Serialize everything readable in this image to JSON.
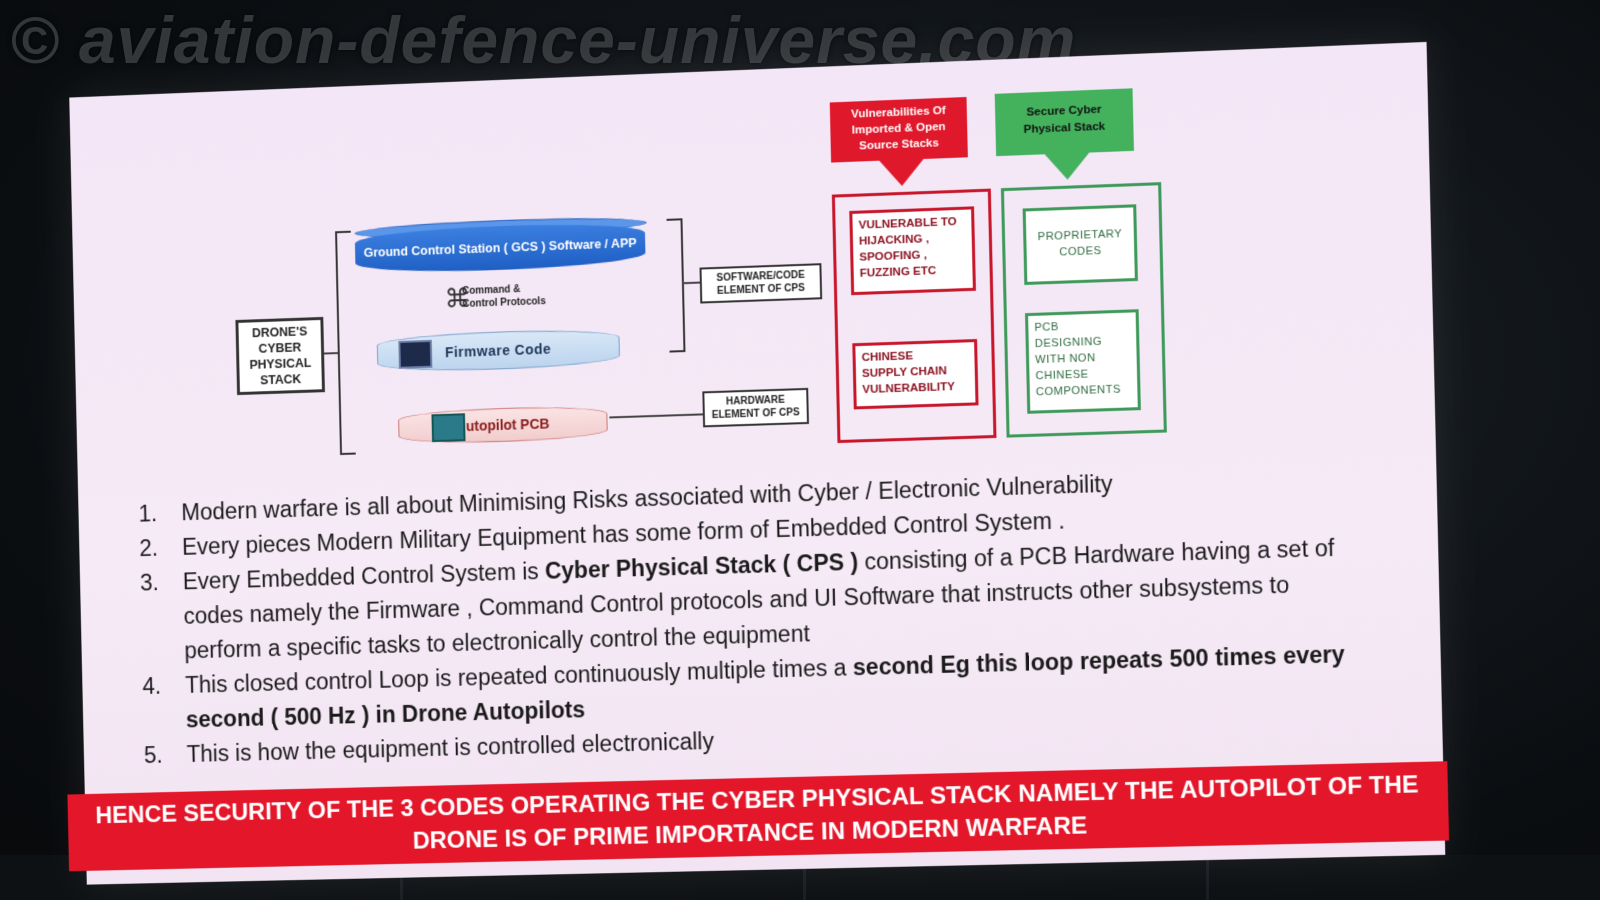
{
  "watermark": "© aviation-defence-universe.com",
  "diagram": {
    "stack_label": "DRONE'S\nCYBER\nPHYSICAL\nSTACK",
    "gcs_label": "Ground Control Station ( GCS ) Software / APP",
    "command_label": "Command &\nControl Protocols",
    "firmware_label": "Firmware Code",
    "pcb_label": "Autopilot PCB",
    "software_element_label": "SOFTWARE/CODE\nELEMENT OF CPS",
    "hardware_element_label": "HARDWARE\nELEMENT OF CPS",
    "vulnerabilities_header": "Vulnerabilities Of\nImported & Open\nSource Stacks",
    "secure_header": "Secure Cyber\nPhysical Stack",
    "vuln_item_1": "VULNERABLE TO\nHIJACKING ,\nSPOOFING ,\nFUZZING ETC",
    "vuln_item_2": "CHINESE\nSUPPLY CHAIN\nVULNERABILITY",
    "secure_item_1": "PROPRIETARY\nCODES",
    "secure_item_2": "PCB\nDESIGNING\nWITH NON\nCHINESE\nCOMPONENTS",
    "colors": {
      "red": "#e0182b",
      "green": "#44b15d",
      "blue": "#2a6ad4"
    }
  },
  "points": [
    {
      "num": "1.",
      "text": "Modern warfare is all about Minimising  Risks associated with Cyber / Electronic Vulnerability"
    },
    {
      "num": "2.",
      "text": "Every pieces Modern Military Equipment has some form of Embedded Control System ."
    },
    {
      "num": "3.",
      "pre": "Every Embedded Control System is ",
      "bold": "Cyber Physical Stack ( CPS )",
      "post": "  consisting of a PCB Hardware having a set of codes namely the Firmware , Command Control protocols and UI Software that instructs other subsystems to perform a specific tasks to electronically control the equipment"
    },
    {
      "num": "4.",
      "pre": "This closed control  Loop is repeated continuously multiple times a ",
      "bold": "second Eg this loop repeats 500 times every second ( 500 Hz ) in Drone Autopilots",
      "post": ""
    },
    {
      "num": "5.",
      "text": "This is how the equipment is controlled electronically"
    }
  ],
  "banner": "HENCE  SECURITY OF THE  3 CODES OPERATING THE CYBER PHYSICAL STACK NAMELY THE AUTOPILOT OF THE DRONE IS OF PRIME IMPORTANCE  IN MODERN WARFARE"
}
